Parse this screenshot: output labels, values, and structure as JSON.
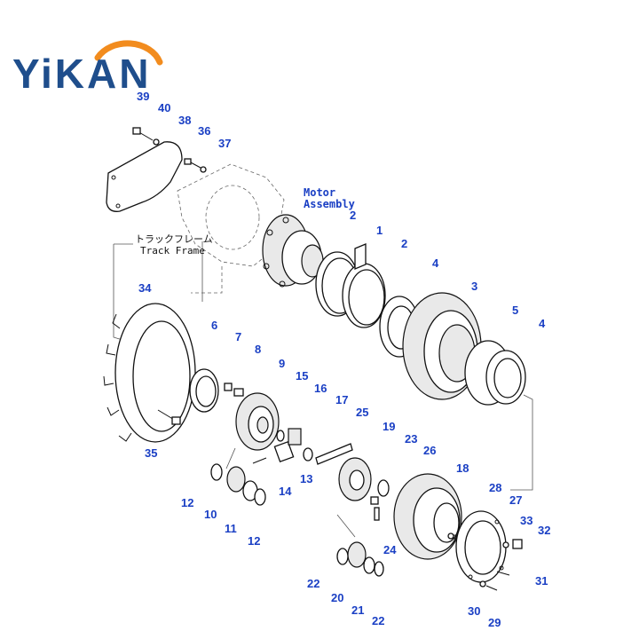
{
  "brand": {
    "name": "YiKAN",
    "arc_color": "#f28c1e",
    "text_color": "#1f4e8c"
  },
  "labels": {
    "motor_assembly_line1": "Motor",
    "motor_assembly_line2": "Assembly",
    "track_frame_jp": "トラックフレーム",
    "track_frame_en": "Track Frame"
  },
  "part_numbers": [
    "1",
    "2",
    "2",
    "3",
    "4",
    "4",
    "5",
    "6",
    "7",
    "8",
    "9",
    "10",
    "11",
    "12",
    "12",
    "13",
    "14",
    "15",
    "16",
    "17",
    "18",
    "19",
    "20",
    "21",
    "22",
    "22",
    "23",
    "24",
    "25",
    "26",
    "27",
    "28",
    "29",
    "30",
    "31",
    "32",
    "33",
    "34",
    "35",
    "36",
    "37",
    "38",
    "39",
    "40"
  ],
  "colors": {
    "callout": "#1a3fc4",
    "line": "#111111"
  }
}
